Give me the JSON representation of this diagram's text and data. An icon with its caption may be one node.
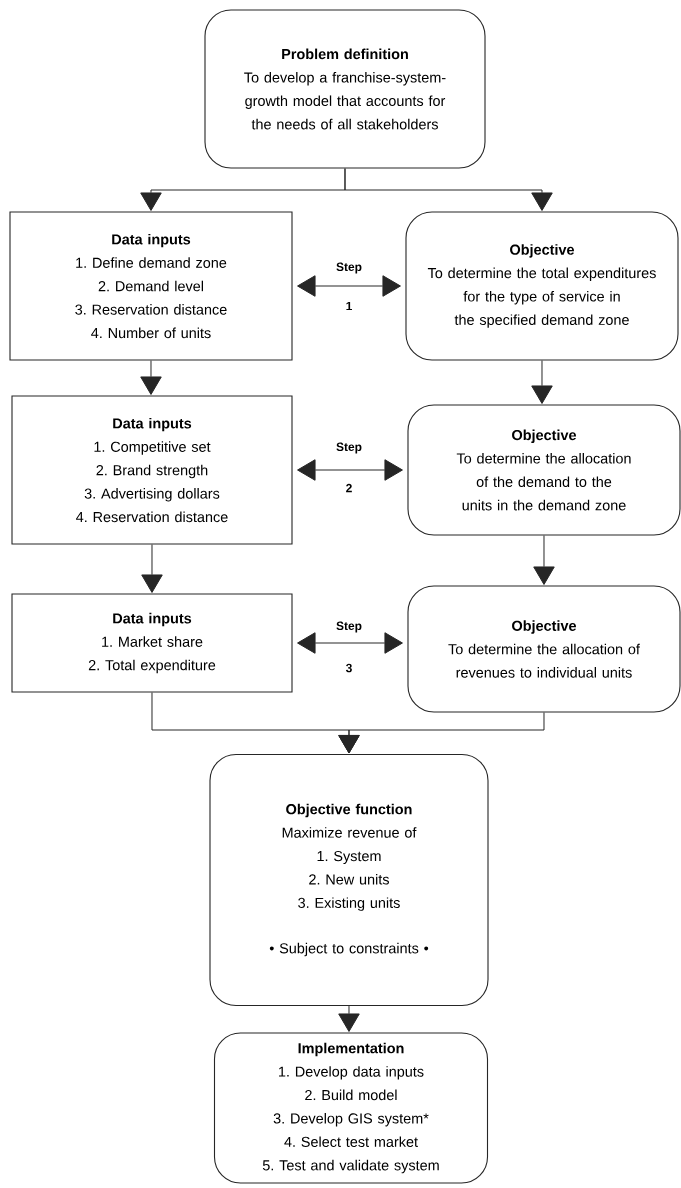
{
  "diagram": {
    "nodes": [
      {
        "text": [
          "Problem definition",
          "To develop a franchise-system-growth model that accounts for the needs of all stakeholders"
        ]
      },
      {
        "text": [
          "Data inputs",
          "1. Define demand zone",
          "2. Demand level",
          "3. Reservation distance",
          "4. Number of units"
        ]
      },
      {
        "text": [
          "Objective",
          "To determine the total expenditures for the type of service in the specified demand zone"
        ]
      },
      {
        "text": [
          "Data inputs",
          "1. Competitive set",
          "2. Brand strength",
          "3. Advertising dollars",
          "4. Reservation distance"
        ]
      },
      {
        "text": [
          "Objective",
          "To determine the allocation of the demand to the units in the demand zone"
        ]
      },
      {
        "text": [
          "Data inputs",
          "1. Market share",
          "2. Total expenditure"
        ]
      },
      {
        "text": [
          "Objective",
          "To determine the allocation of revenues to individual units"
        ]
      },
      {
        "text": [
          "Objective function",
          "Maximize revenue of",
          "1. System",
          "2. New units",
          "3. Existing units",
          "• Subject to constraints •"
        ]
      },
      {
        "text": [
          "Implementation",
          "1. Develop data inputs",
          "2. Build model",
          "3. Develop GIS system*",
          "4. Select test market",
          "5. Test and validate system"
        ]
      }
    ],
    "edges": [
      {
        "from": 0,
        "to": 1,
        "arrow": "to"
      },
      {
        "from": 0,
        "to": 2,
        "arrow": "to"
      },
      {
        "from": 1,
        "to": 2,
        "arrow": "both",
        "label": "Step"
      },
      {
        "from": 1,
        "to": 3,
        "arrow": "to"
      },
      {
        "from": 2,
        "to": 4,
        "arrow": "to"
      },
      {
        "from": 3,
        "to": 4,
        "arrow": "both",
        "label": "Step"
      },
      {
        "from": 3,
        "to": 5,
        "arrow": "to"
      },
      {
        "from": 4,
        "to": 6,
        "arrow": "to"
      },
      {
        "from": 5,
        "to": 6,
        "arrow": "both",
        "label": "Step"
      },
      {
        "from": 5,
        "to": 7,
        "arrow": "to"
      },
      {
        "from": 6,
        "to": 7,
        "arrow": "to"
      },
      {
        "from": 7,
        "to": 8,
        "arrow": "to"
      }
    ],
    "labels": [
      "1",
      "2",
      "3"
    ]
  }
}
